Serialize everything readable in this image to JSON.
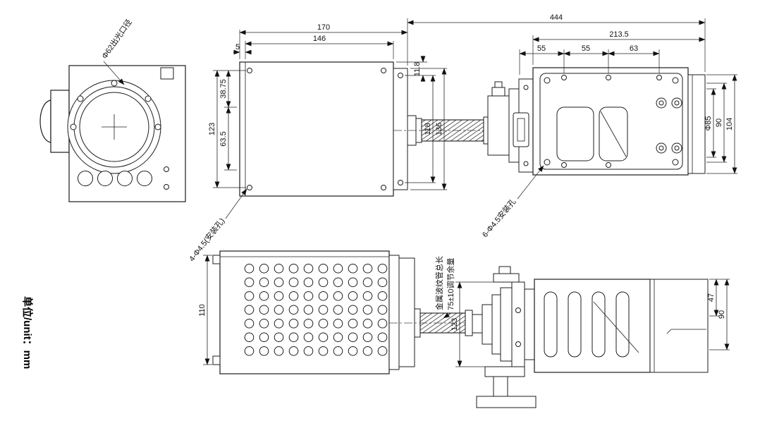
{
  "drawing": {
    "unit_label": "单位/unit：mm",
    "notes": {
      "aperture": "Φ62出光口径",
      "box_mount_holes": "4-Φ4.5(安装孔)",
      "head_mount_holes": "6-Φ4.5安装孔",
      "bellows_length_line1": "金属波纹管总长",
      "bellows_length_line2": "75±10调节余量"
    },
    "dims": {
      "box_top": {
        "outer_width": "170",
        "inner_width": "146",
        "wall_offset": "5",
        "top_offset": "11.8",
        "upper_height": "38.75",
        "mid_height": "63.5",
        "hole_span": "123",
        "hole_span_right": "118",
        "plate_height": "136"
      },
      "head_top": {
        "total_length": "444",
        "body_length": "213.5",
        "hole_pitch_a": "55",
        "hole_pitch_b": "55",
        "hole_pitch_c": "63",
        "barrel_diameter": "Φ85",
        "body_width": "90",
        "overall_width": "104"
      },
      "box_side": {
        "height": "110"
      },
      "head_side": {
        "plate_height": "123",
        "upper_height": "47",
        "body_height": "90"
      }
    }
  }
}
